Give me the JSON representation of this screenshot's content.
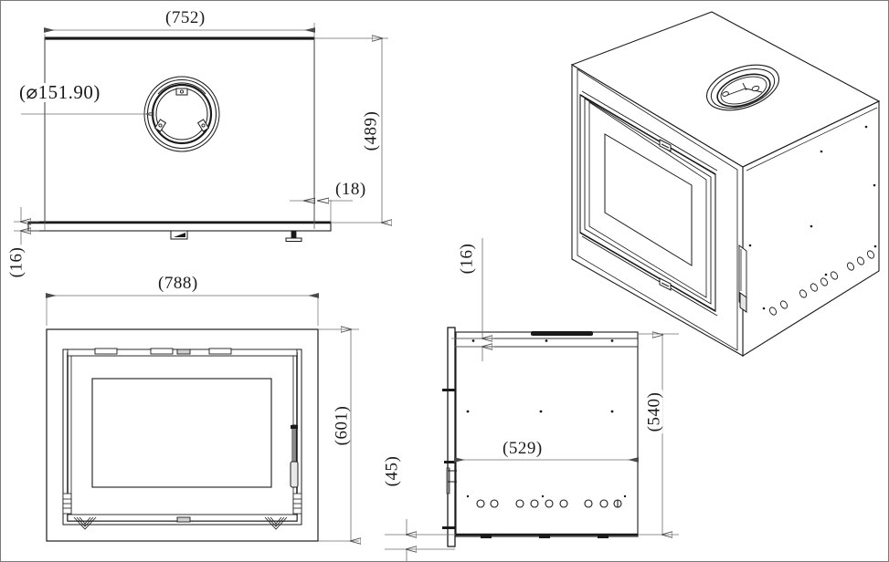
{
  "drawing": {
    "type": "technical-engineering-drawing",
    "subject": "fireplace-insert-wood-stove",
    "units": "mm",
    "background_color": "#ffffff",
    "line_color": "#1a1a1a",
    "dim_line_color": "#6b6b6b",
    "border_color": "#7a7a7a",
    "views": [
      {
        "id": "rear-view",
        "name": "Rear / Top Plate View",
        "position": "top-left",
        "features": [
          "flue-collar",
          "base-plate",
          "mounting-feet"
        ]
      },
      {
        "id": "front-view",
        "name": "Front View",
        "position": "bottom-left",
        "features": [
          "outer-frame",
          "door",
          "glass-panel",
          "door-handle",
          "hinges"
        ]
      },
      {
        "id": "side-view",
        "name": "Side View",
        "position": "bottom-center",
        "features": [
          "body",
          "front-flange",
          "air-vent-holes",
          "handle-bracket"
        ]
      },
      {
        "id": "isometric-view",
        "name": "3D Isometric View",
        "position": "right",
        "features": [
          "top-panel",
          "flue-collar",
          "door-frame",
          "glass",
          "side-panel-vents"
        ]
      }
    ],
    "dimensions": {
      "rear_width": "(752)",
      "rear_height": "(489)",
      "rear_offset": "(18)",
      "base_thickness": "(16)",
      "flue_diameter": "(⌀151.90)",
      "front_width": "(788)",
      "front_height": "(601)",
      "side_top_offset": "(16)",
      "side_height": "(540)",
      "side_depth": "(529)",
      "side_front_offset": "(45)"
    },
    "dimension_list": [
      {
        "label": "(752)",
        "meaning": "rear panel width"
      },
      {
        "label": "(489)",
        "meaning": "rear panel height"
      },
      {
        "label": "(18)",
        "meaning": "base offset from right edge"
      },
      {
        "label": "(16)",
        "meaning": "base plate thickness"
      },
      {
        "label": "(⌀151.90)",
        "meaning": "flue collar diameter"
      },
      {
        "label": "(788)",
        "meaning": "front frame overall width"
      },
      {
        "label": "(601)",
        "meaning": "front frame overall height"
      },
      {
        "label": "(16)",
        "meaning": "side view top plate offset"
      },
      {
        "label": "(540)",
        "meaning": "side view body height"
      },
      {
        "label": "(529)",
        "meaning": "side view body depth"
      },
      {
        "label": "(45)",
        "meaning": "front flange projection"
      }
    ],
    "side_view_vent_holes": 9
  }
}
